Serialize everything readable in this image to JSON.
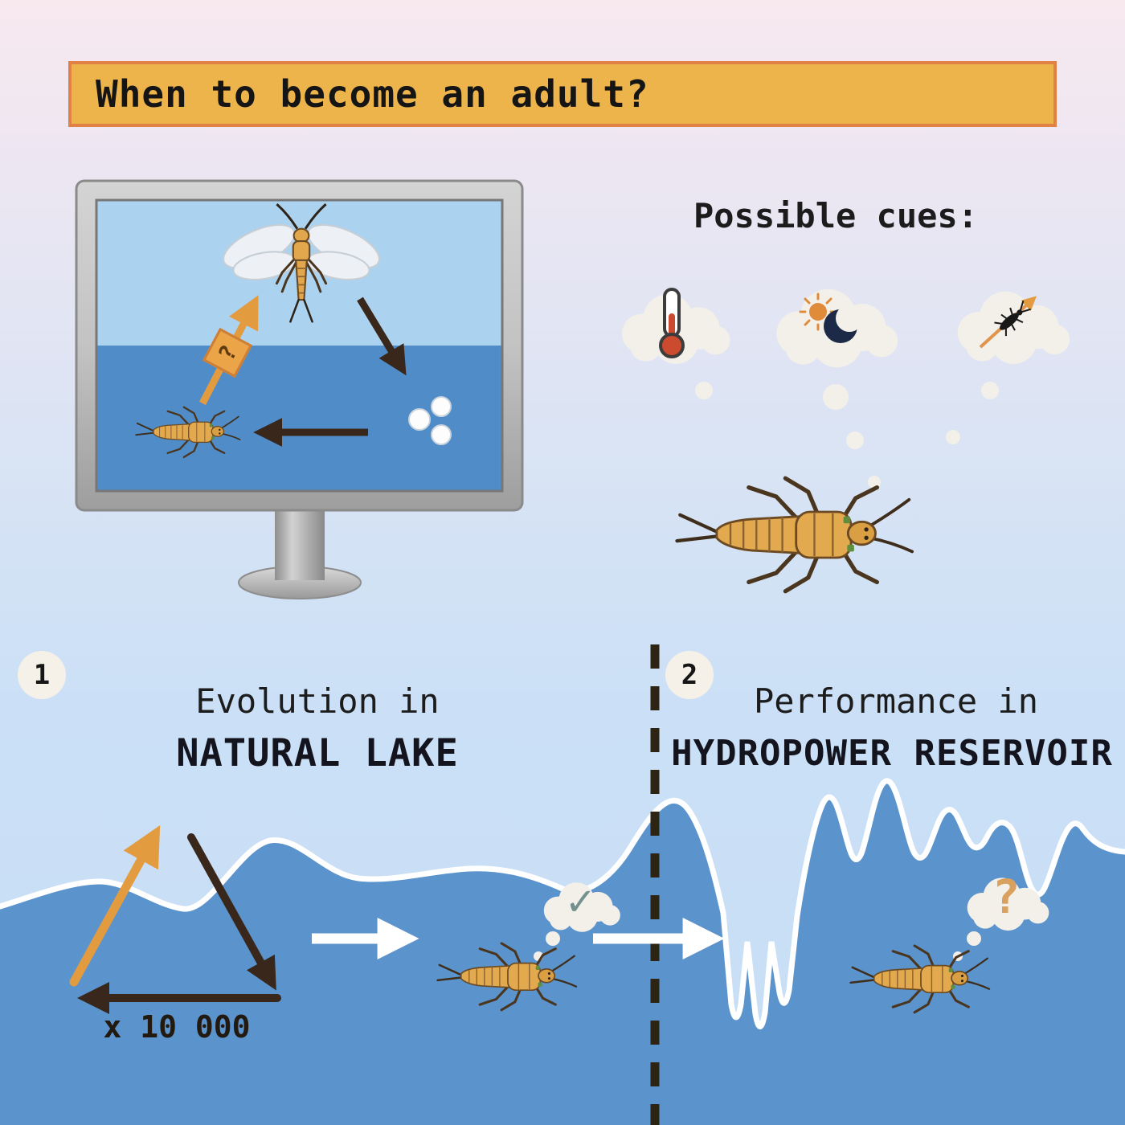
{
  "banner": {
    "title": "When to become an adult?"
  },
  "cues": {
    "label": "Possible cues:",
    "items": [
      {
        "id": "water-temperature",
        "icon": "thermometer-icon"
      },
      {
        "id": "day-length",
        "icon": "sun-moon-icon"
      },
      {
        "id": "body-growth",
        "icon": "growth-arrow-insect-icon"
      }
    ]
  },
  "monitor": {
    "lifecycle_question": "?"
  },
  "sections": {
    "left": {
      "number": "1",
      "line1": "Evolution in",
      "line2": "NATURAL LAKE",
      "multiplier": "x 10 000",
      "thought_mark": "✓"
    },
    "right": {
      "number": "2",
      "line1": "Performance in",
      "line2": "HYDROPOWER RESERVOIR",
      "thought_mark": "?"
    }
  },
  "colors": {
    "banner_fill": "#eeb44c",
    "banner_border": "#e08146",
    "background_top": "#f8e9ef",
    "background_bottom": "#c7def5",
    "water": "#5b93cd",
    "monitor_sky": "#abd2ef",
    "monitor_water": "#4f8cc8",
    "accent_orange": "#e39b3f",
    "arrow_dark": "#38271a",
    "larva_body": "#e3a94e",
    "cloud": "#f3f0ea",
    "checkmark": "#74918f",
    "question_tan": "#d9a05e",
    "divider": "#2e2413"
  }
}
